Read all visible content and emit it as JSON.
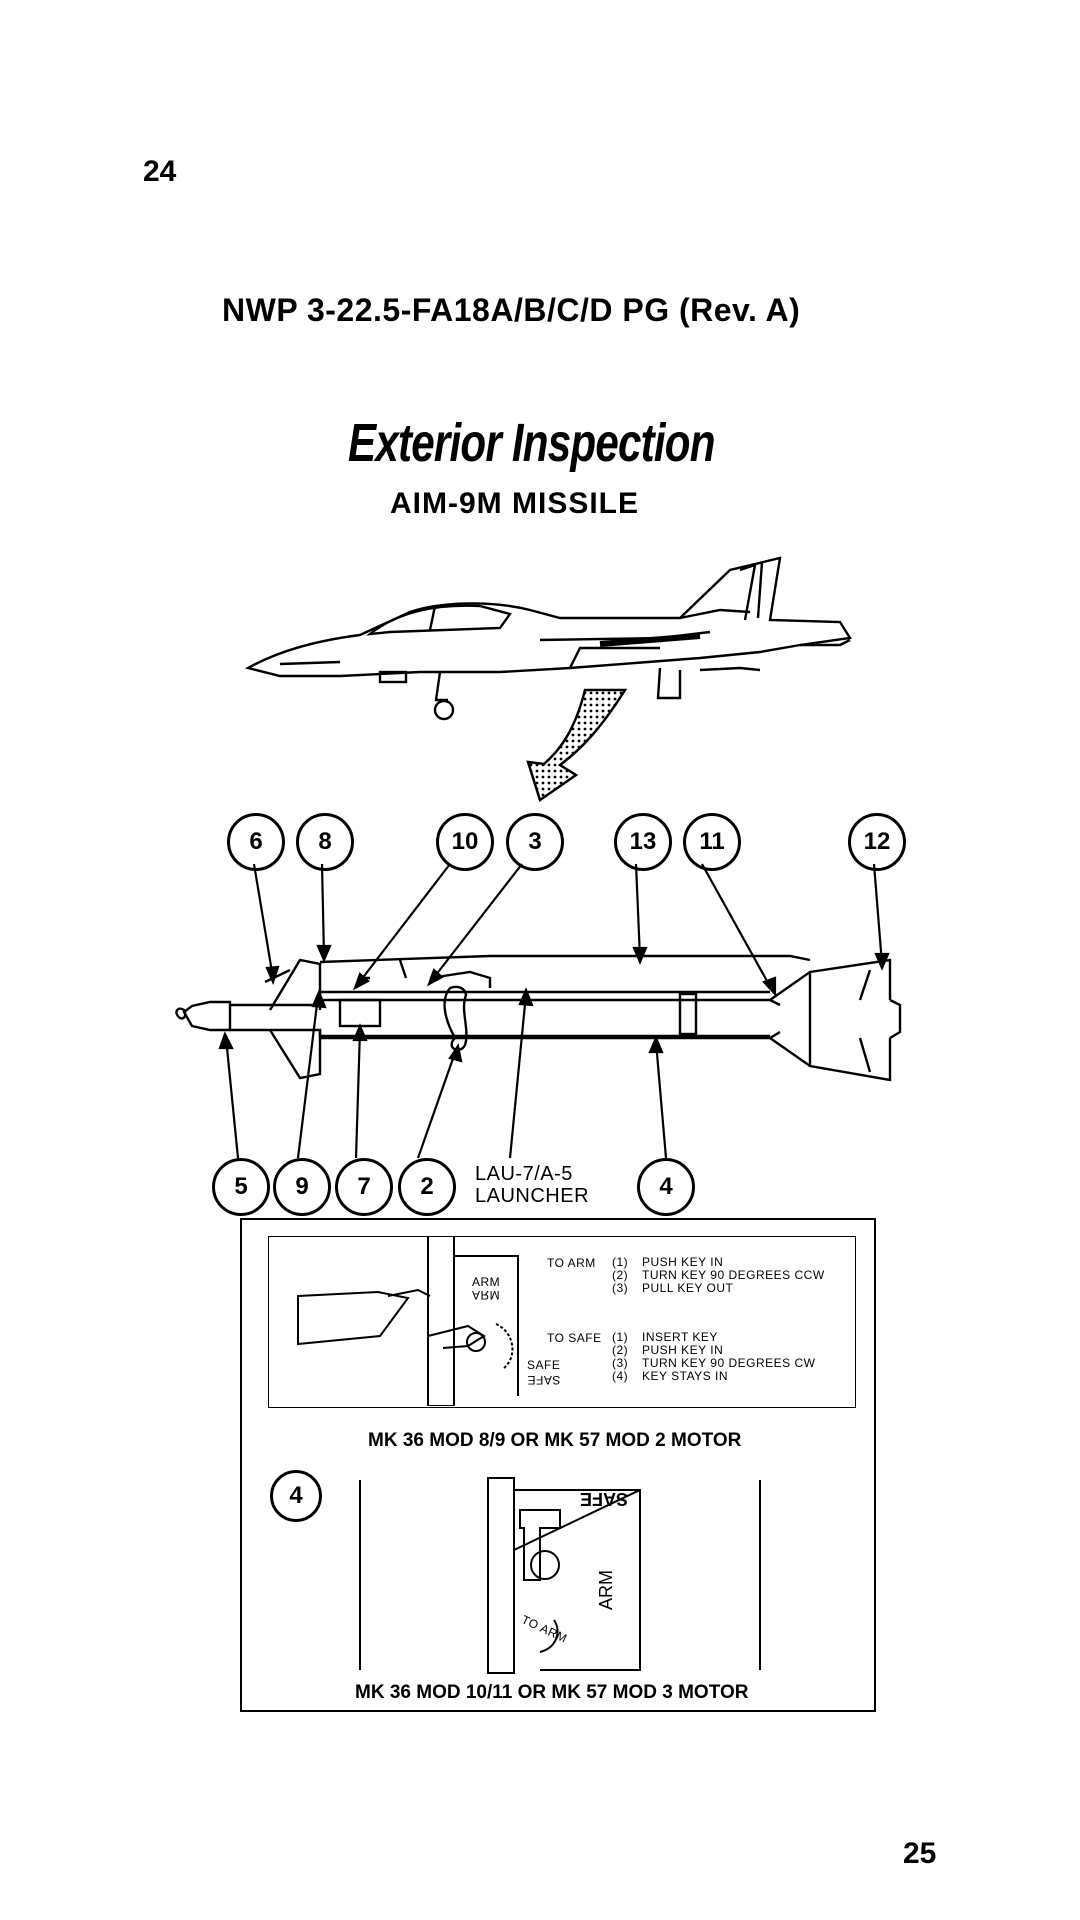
{
  "page_left_number": "24",
  "page_right_number": "25",
  "header": "NWP 3-22.5-FA18A/B/C/D PG (Rev. A)",
  "title": "Exterior Inspection",
  "subtitle": "AIM-9M MISSILE",
  "callouts_top": [
    "6",
    "8",
    "10",
    "3",
    "13",
    "11",
    "12"
  ],
  "callouts_bottom": [
    "5",
    "9",
    "7",
    "2",
    "4"
  ],
  "launcher_label": [
    "LAU-7/A-5",
    "LAUNCHER"
  ],
  "detail_a": {
    "arm_label": "ARM",
    "arm_label_mirrored": "ARM",
    "safe_label": "SAFE",
    "safe_label_mirrored": "SAFE",
    "to_arm": "TO ARM",
    "to_safe": "TO SAFE",
    "to_arm_steps": [
      {
        "num": "(1)",
        "text": "PUSH KEY IN"
      },
      {
        "num": "(2)",
        "text": "TURN KEY 90 DEGREES CCW"
      },
      {
        "num": "(3)",
        "text": "PULL KEY OUT"
      }
    ],
    "to_safe_steps": [
      {
        "num": "(1)",
        "text": "INSERT KEY"
      },
      {
        "num": "(2)",
        "text": "PUSH KEY IN"
      },
      {
        "num": "(3)",
        "text": "TURN KEY 90 DEGREES CW"
      },
      {
        "num": "(4)",
        "text": "KEY STAYS IN"
      }
    ],
    "caption": "MK 36 MOD 8/9 OR MK 57 MOD 2 MOTOR"
  },
  "detail_b": {
    "callout": "4",
    "safe_label": "SAFE",
    "arm_label": "ARM",
    "to_arm_label": "TO ARM",
    "caption": "MK 36 MOD 10/11 OR MK 57 MOD 3 MOTOR"
  }
}
